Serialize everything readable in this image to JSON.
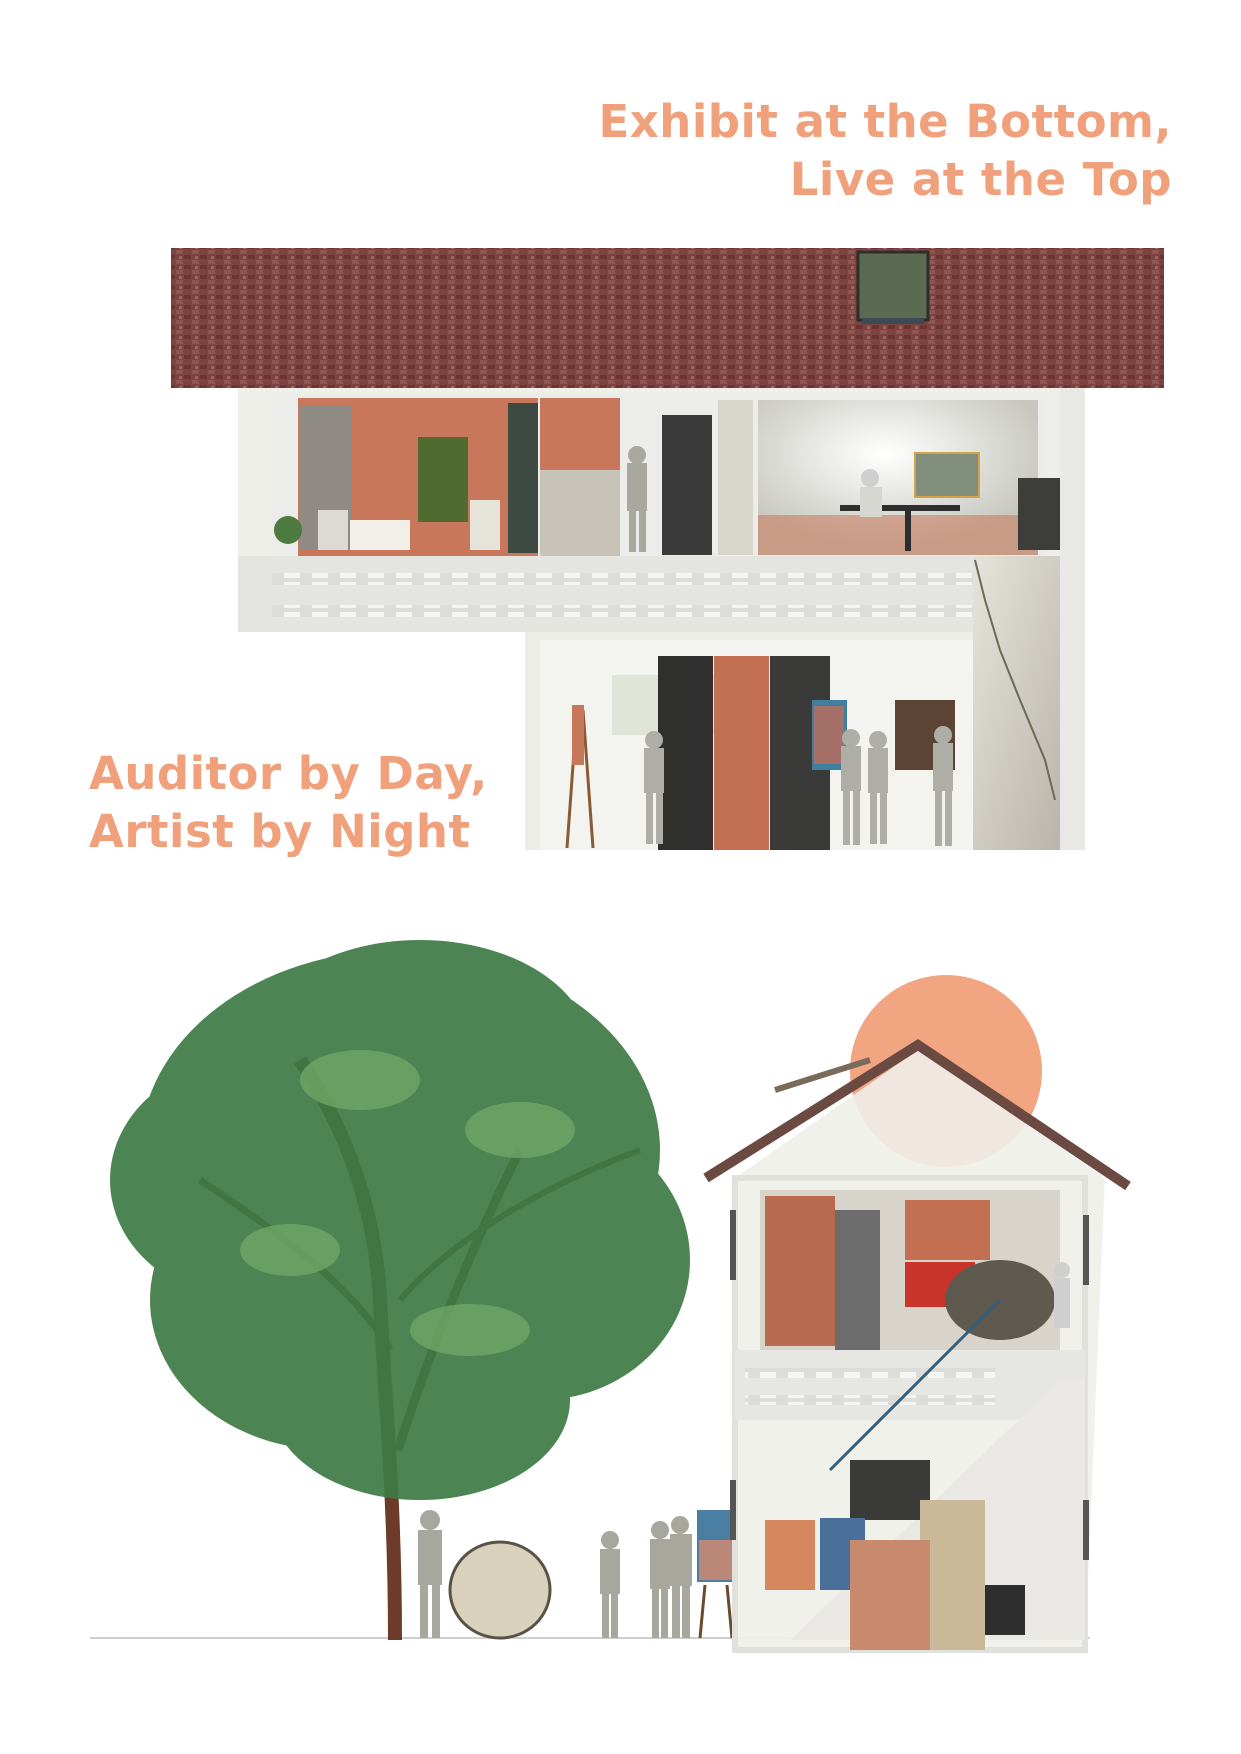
{
  "headings": {
    "top": {
      "line1": "Exhibit at the Bottom,",
      "line2": "Live at the Top"
    },
    "middle": {
      "line1": "Auditor by Day,",
      "line2": "Artist by Night"
    }
  },
  "colors": {
    "accent": "#f0a07a",
    "roof": "#7a3f3b",
    "terracotta": "#c97a5a",
    "wall": "#efefe9",
    "slab": "#d9d9d6",
    "leaf": "#3f7a45"
  }
}
